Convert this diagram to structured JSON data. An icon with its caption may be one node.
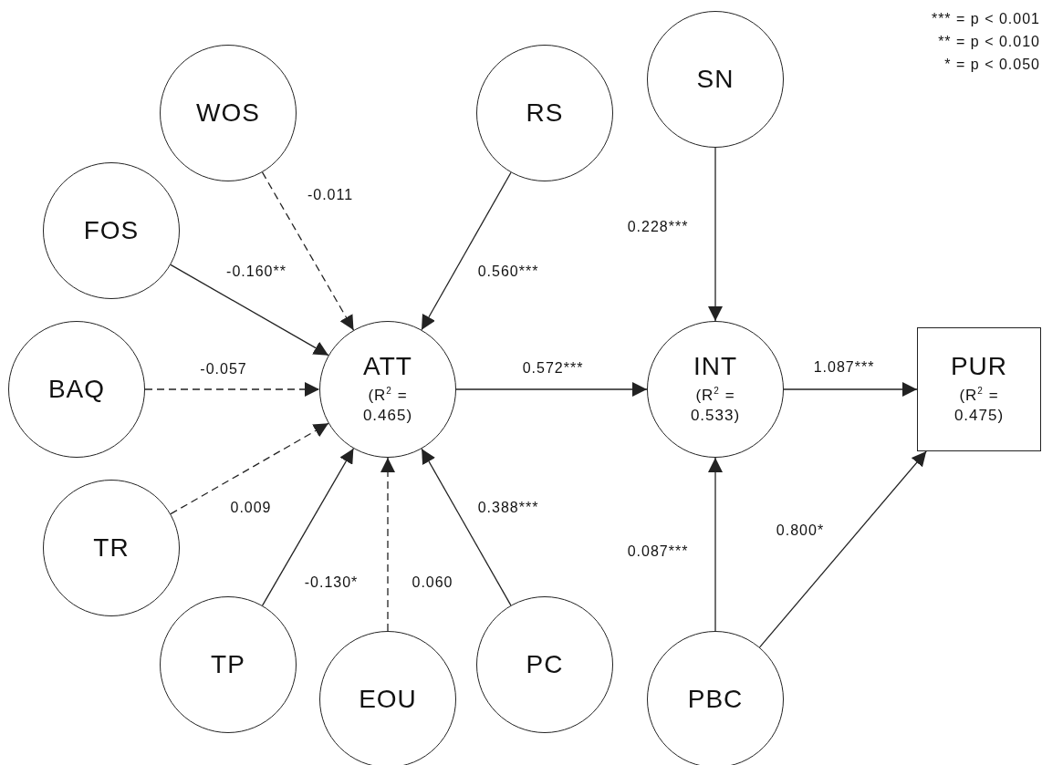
{
  "diagram": {
    "nodes": [
      {
        "text": [
          "SN"
        ]
      },
      {
        "text": [
          "WOS"
        ]
      },
      {
        "text": [
          "RS"
        ]
      },
      {
        "text": [
          "FOS"
        ]
      },
      {
        "text": [
          "BAQ"
        ]
      },
      {
        "text": [
          "ATT",
          "(R$^{2}$ = 0.465)"
        ]
      },
      {
        "text": [
          "INT",
          "(R$^{2}$ = 0.533)"
        ]
      },
      {
        "text": [
          "PUR",
          "(R$^{2}$ = 0.475)"
        ]
      },
      {
        "text": [
          "TR"
        ]
      },
      {
        "text": [
          "TP"
        ]
      },
      {
        "text": [
          "EOU"
        ]
      },
      {
        "text": [
          "PC"
        ]
      },
      {
        "text": [
          "PBC"
        ]
      }
    ],
    "edges": [
      {
        "from": 1,
        "to": 5,
        "arrow": "to",
        "label": "-0.011",
        "style": "dashed"
      },
      {
        "from": 3,
        "to": 5,
        "arrow": "to",
        "label": "-0.160**"
      },
      {
        "from": 4,
        "to": 5,
        "arrow": "to",
        "label": "-0.057",
        "style": "dashed"
      },
      {
        "from": 8,
        "to": 5,
        "arrow": "to",
        "label": "0.009",
        "style": "dashed"
      },
      {
        "from": 9,
        "to": 5,
        "arrow": "to",
        "label": "-0.130*"
      },
      {
        "from": 10,
        "to": 5,
        "arrow": "to",
        "label": "0.060",
        "style": "dashed"
      },
      {
        "from": 11,
        "to": 5,
        "arrow": "to",
        "label": "0.388***"
      },
      {
        "from": 2,
        "to": 5,
        "arrow": "to",
        "label": "0.560***"
      },
      {
        "from": 5,
        "to": 6,
        "arrow": "to",
        "label": "0.572***"
      },
      {
        "from": 0,
        "to": 6,
        "arrow": "to",
        "label": "0.228***"
      },
      {
        "from": 12,
        "to": 6,
        "arrow": "to",
        "label": "0.087***"
      },
      {
        "from": 12,
        "to": 7,
        "arrow": "to",
        "label": "0.800*"
      },
      {
        "from": 6,
        "to": 7,
        "arrow": "to",
        "label": "1.087***"
      }
    ],
    "labels": [
      "*** = p < 0.001",
      "** = p < 0.010",
      "* = p < 0.050"
    ]
  }
}
